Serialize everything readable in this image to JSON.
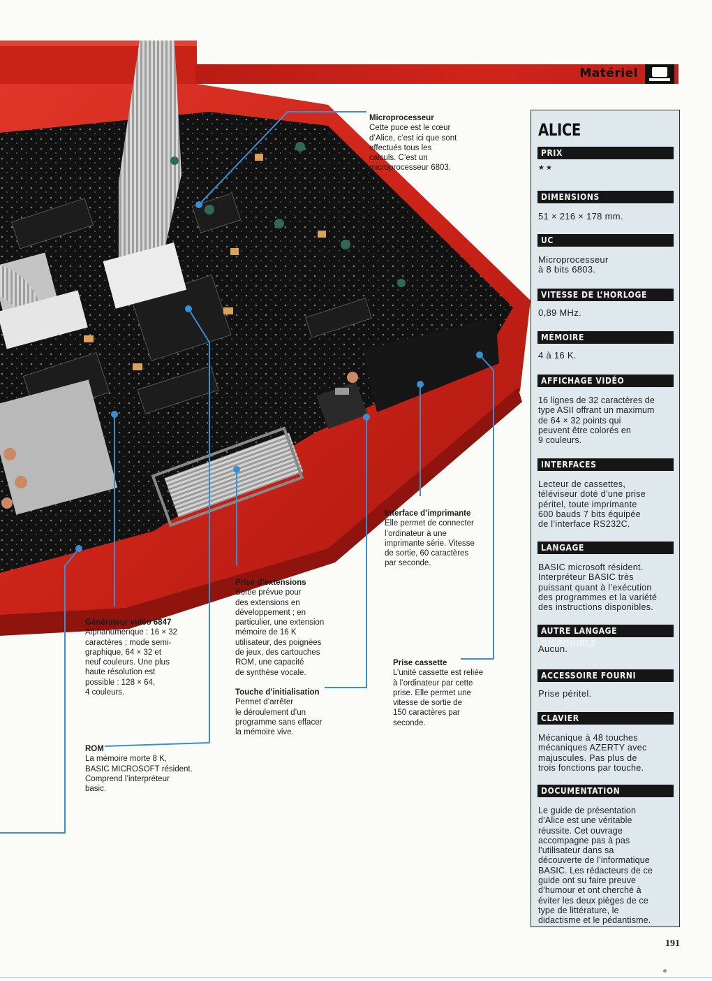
{
  "header": {
    "section_label": "Matériel",
    "icon": "computer-icon"
  },
  "colors": {
    "accent_red": "#d0241a",
    "callout_line": "#3a8fd1",
    "panel_bg": "#dfe9ed",
    "panel_head": "#161616"
  },
  "callouts": {
    "microprocessor": {
      "title": "Microprocesseur",
      "body": "Cette puce est le cœur\nd’Alice, c’est ici que sont\neffectués tous les\ncalculs. C’est un\nmicroprocesseur 6803."
    },
    "printer": {
      "title": "Interface d’imprimante",
      "body": "Elle permet de connecter\nl’ordinateur à une\nimprimante série. Vitesse\nde sortie, 60 caractères\npar seconde."
    },
    "extensions": {
      "title": "Prise d’extensions",
      "body": "Sortie prévue pour\ndes extensions en\ndéveloppement ; en\nparticulier, une extension\nmémoire de 16 K\nutilisateur, des poignées\nde jeux, des cartouches\nROM, une capacité\nde synthèse vocale."
    },
    "video": {
      "title": "Générateur vidéo 6847",
      "body": "Alphanumérique : 16 × 32\ncaractères ; mode semi-\ngraphique, 64 × 32 et\nneuf couleurs. Une plus\nhaute résolution est\npossible : 128 × 64,\n4 couleurs."
    },
    "cassette": {
      "title": "Prise cassette",
      "body": "L’unité cassette est reliée\nà l’ordinateur par cette\nprise. Elle permet une\nvitesse de sortie de\n150 caractères par\nseconde."
    },
    "reset": {
      "title": "Touche d’initialisation",
      "body": "Permet d’arrêter\nle déroulement d’un\nprogramme sans effacer\nla mémoire vive."
    },
    "rom": {
      "title": "ROM",
      "body": "La mémoire morte 8 K,\nBASIC MICROSOFT résident.\nComprend l’interpréteur\nbasic."
    }
  },
  "spec": {
    "title": "ALICE",
    "sections": [
      {
        "head": "PRIX",
        "body": "★★"
      },
      {
        "head": "DIMENSIONS",
        "body": "51 × 216 × 178 mm."
      },
      {
        "head": "UC",
        "body": "Microprocesseur\nà 8 bits 6803."
      },
      {
        "head": "VITESSE DE L’HORLOGE",
        "body": "0,89 MHz."
      },
      {
        "head": "MÉMOIRE",
        "body": "4 à 16 K."
      },
      {
        "head": "AFFICHAGE VIDÉO",
        "body": "16 lignes de 32 caractères de\ntype ASII offrant un maximum\nde 64 × 32 points qui\npeuvent être colorés en\n9 couleurs."
      },
      {
        "head": "INTERFACES",
        "body": "Lecteur de cassettes,\ntéléviseur doté d’une prise\npéritel, toute imprimante\n600 bauds 7 bits équipée\nde l’interface RS232C."
      },
      {
        "head": "LANGAGE",
        "body": "BASIC microsoft résident.\nInterpréteur BASIC très\npuissant quant à l’exécution\ndes programmes et la variété\ndes instructions disponibles."
      },
      {
        "head": "AUTRE LANGAGE DISPONIBLE",
        "body": "Aucun."
      },
      {
        "head": "ACCESSOIRE FOURNI",
        "body": "Prise péritel."
      },
      {
        "head": "CLAVIER",
        "body": "Mécanique à 48 touches\nmécaniques AZERTY avec\nmajuscules. Pas plus de\ntrois fonctions par touche."
      },
      {
        "head": "DOCUMENTATION",
        "body": "Le guide de présentation\nd’Alice est une véritable\nréussite. Cet ouvrage\naccompagne pas à pas\nl’utilisateur dans sa\ndécouverte de l’informatique\nBASIC. Les rédacteurs de ce\nguide ont su faire preuve\nd’humour et ont cherché à\néviter les deux pièges de ce\ntype de littérature, le\ndidactisme et le pédantisme."
      }
    ]
  },
  "page_number": "191"
}
